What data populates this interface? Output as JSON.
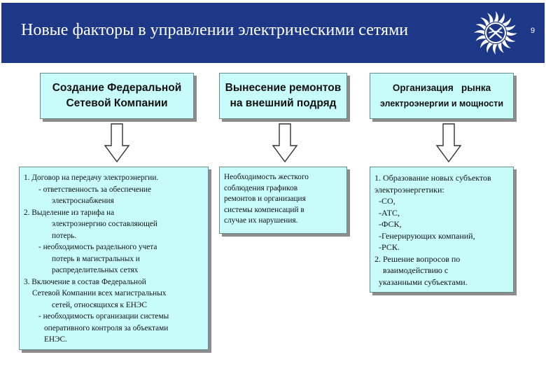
{
  "header": {
    "title": "Новые факторы в управлении электрическими сетями",
    "page_number": "9"
  },
  "columns": [
    {
      "heading": [
        "Создание Федеральной",
        "Сетевой Компании"
      ],
      "lines": [
        "1.  Договор на передачу электроэнергии.",
        "- ответственность за обеспечение",
        "электроснабжения",
        "2. Выделение из тарифа на",
        "электроэнергию составляющей",
        "потерь.",
        "- необходимость раздельного учета",
        "потерь в магистральных и",
        "распределительных сетях",
        "3. Включение в состав Федеральной",
        "Сетевой Компании всех магистральных",
        "сетей, относящихся к ЕНЭС",
        "- необходимость организации  системы",
        "оперативного контроля за объектами",
        "ЕНЭС."
      ]
    },
    {
      "heading": [
        "Вынесение ремонтов",
        "на внешний подряд"
      ],
      "lines": [
        "Необходимость жесткого",
        "соблюдения графиков",
        "ремонтов и организация",
        "системы компенсаций в",
        "случае их нарушения."
      ]
    },
    {
      "heading": [
        "Организация   рынка",
        "электроэнергии и мощности"
      ],
      "lines": [
        "1. Образование новых субъектов",
        "электроэнергетики:",
        "-СО,",
        "-АТС,",
        "-ФСК,",
        "-Генерирующих компаний,",
        "-РСК.",
        "2. Решение вопросов по",
        "взаимодействию с",
        "указанными субъектами."
      ]
    }
  ],
  "colors": {
    "header_bg": "#1e3888",
    "box_fill": "#c7fcfb",
    "box_border": "#6a8c8c",
    "shadow": "#8c8c8c",
    "arrow_fill": "#ffffff",
    "arrow_stroke": "#333333"
  },
  "icons": {
    "logo": "company-logo-sun-icon",
    "arrow": "down-arrow-icon"
  }
}
